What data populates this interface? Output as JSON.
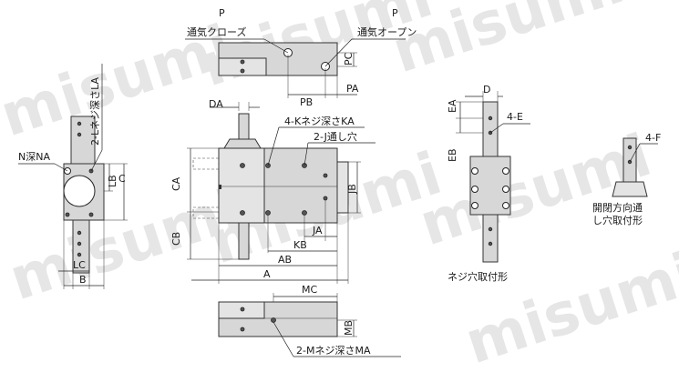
{
  "watermark": "misumi",
  "labels": {
    "p_left": "P",
    "close_port": "通気クローズ",
    "p_right": "P",
    "open_port": "通気オープン",
    "pc": "PC",
    "pb": "PB",
    "pa": "PA",
    "da": "DA",
    "k_thread": "4-Kネジ深さKA",
    "j_hole": "2-J通し穴",
    "l_thread": "2-Lネジ深さLA",
    "n_depth": "N深NA",
    "lb": "LB",
    "c": "C",
    "lc": "LC",
    "b": "B",
    "ca": "CA",
    "cb": "CB",
    "jb": "JB",
    "ja": "JA",
    "kb": "KB",
    "ab": "AB",
    "a": "A",
    "mc": "MC",
    "mb": "MB",
    "m_thread": "2-Mネジ深さMA",
    "d": "D",
    "ea": "EA",
    "eb": "EB",
    "e_count": "4-E",
    "screw_mount": "ネジ穴取付形",
    "f_count": "4-F",
    "through_mount_1": "開閉方向通",
    "through_mount_2": "し穴取付形"
  }
}
